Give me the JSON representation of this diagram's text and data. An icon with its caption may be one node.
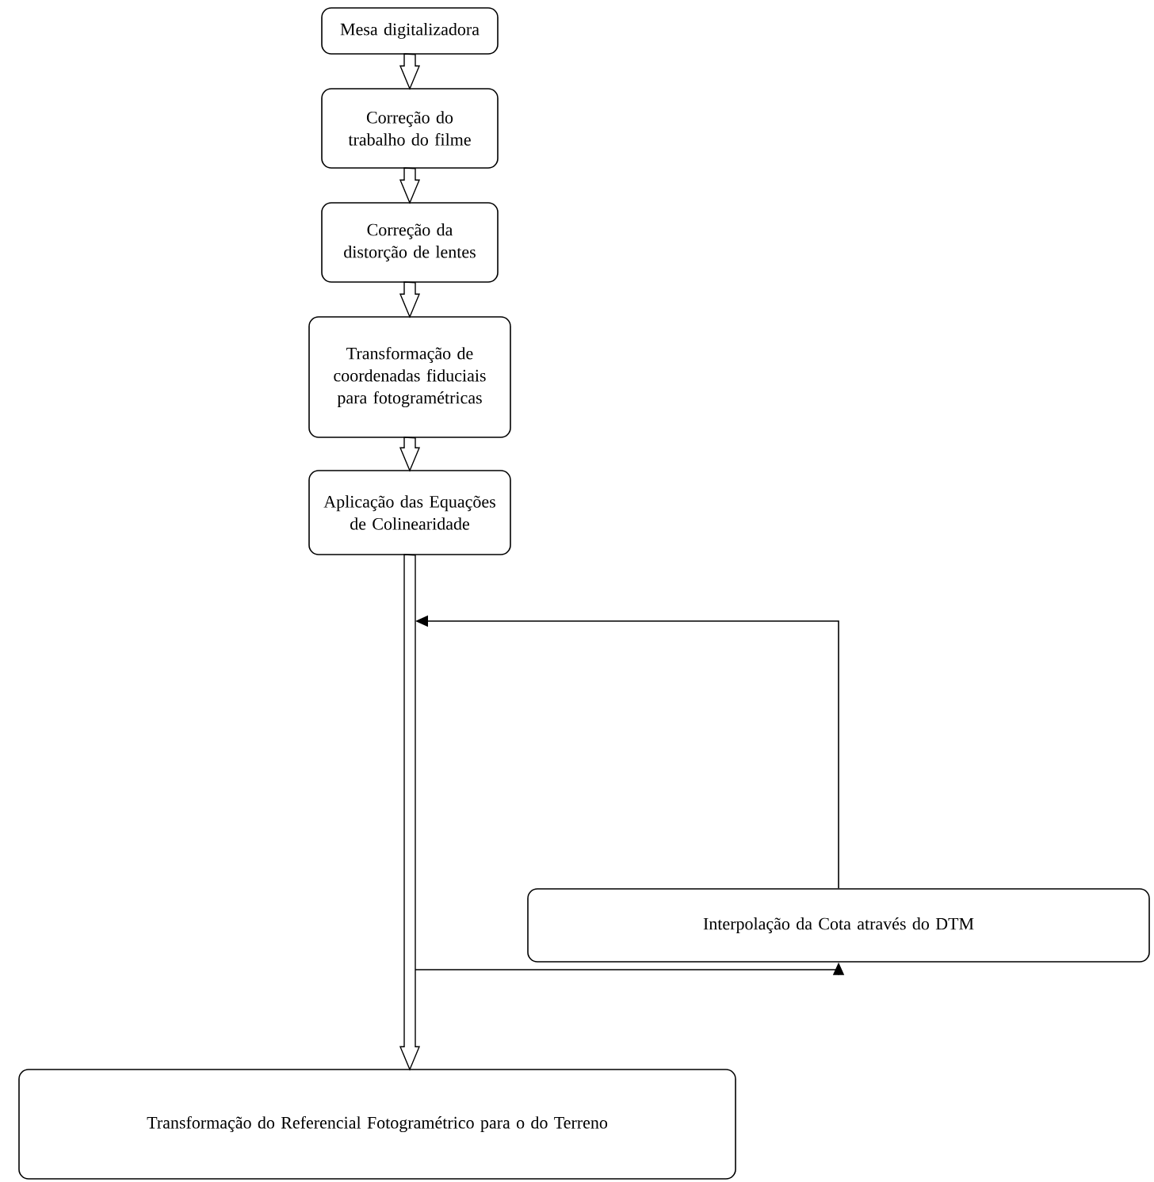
{
  "diagram": {
    "nodes": [
      {
        "text": [
          "Mesa digitalizadora"
        ]
      },
      {
        "text": [
          "Correção do trabalho do filme"
        ]
      },
      {
        "text": [
          "Correção da distorção de lentes"
        ]
      },
      {
        "text": [
          "Transformação de coordenadas fiduciais para fotogramétricas"
        ]
      },
      {
        "text": [
          "Aplicação das Equações de Colinearidade"
        ]
      },
      {
        "text": [
          "Interpolação da Cota através do DTM"
        ]
      },
      {
        "text": [
          "Transformação do Referencial Fotogramétrico para o do Terreno"
        ]
      }
    ],
    "edges": [
      {
        "from": 0,
        "to": 1,
        "arrow": "to"
      },
      {
        "from": 1,
        "to": 2,
        "arrow": "to"
      },
      {
        "from": 2,
        "to": 3,
        "arrow": "to"
      },
      {
        "from": 3,
        "to": 4,
        "arrow": "to"
      },
      {
        "from": 4,
        "to": 6,
        "arrow": "to"
      },
      {
        "from": null,
        "to": 5,
        "arrow": "to"
      },
      {
        "from": 5,
        "to": null,
        "arrow": "to"
      }
    ]
  }
}
